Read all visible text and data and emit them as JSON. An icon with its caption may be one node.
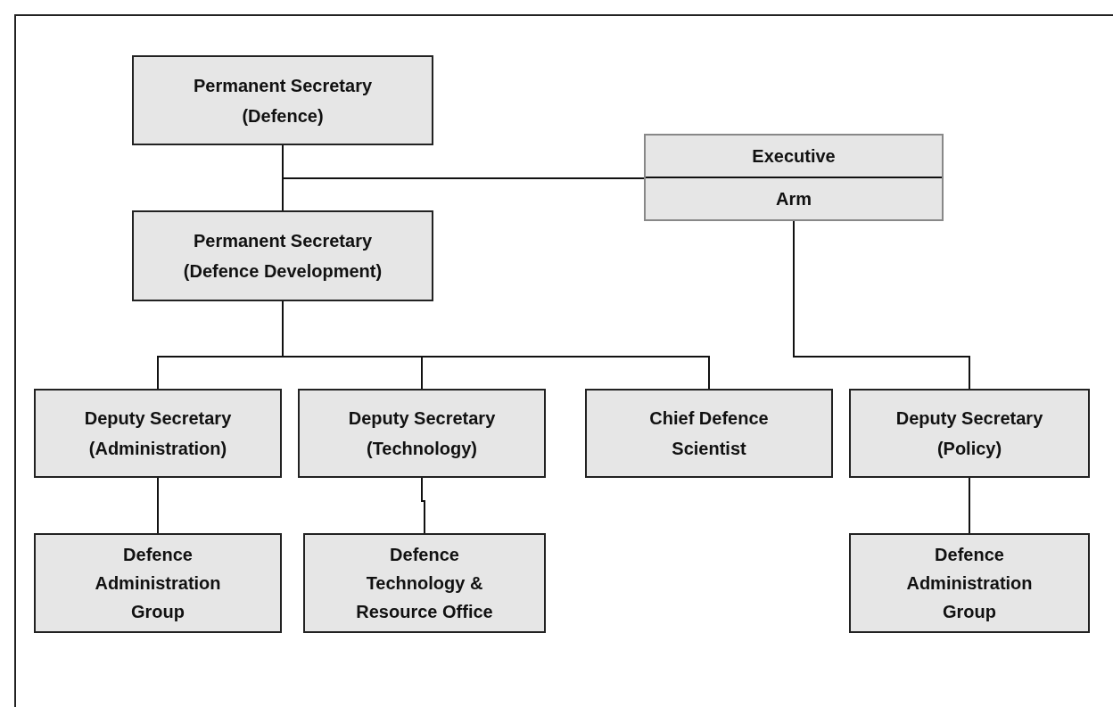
{
  "diagram": {
    "nodes": [
      {
        "text": [
          "Permanent Secretary (Defence)"
        ]
      },
      {
        "text": [
          "Executive Arm"
        ]
      },
      {
        "text": [
          "Permanent Secretary (Defence Development)"
        ]
      },
      {
        "text": [
          "Deputy Secretary (Administration)"
        ]
      },
      {
        "text": [
          "Deputy Secretary (Technology)"
        ]
      },
      {
        "text": [
          "Chief Defence Scientist"
        ]
      },
      {
        "text": [
          "Deputy Secretary (Policy)"
        ]
      },
      {
        "text": [
          "Defence Administration Group"
        ]
      },
      {
        "text": [
          "Defence Technology & Resource Office"
        ]
      },
      {
        "text": [
          "Defence Administration Group"
        ]
      }
    ],
    "edges": [
      {
        "from": 0,
        "to": 2,
        "arrow": "none"
      },
      {
        "from": 0,
        "to": 1,
        "arrow": "none"
      },
      {
        "from": 1,
        "to": 6,
        "arrow": "none"
      },
      {
        "from": 2,
        "to": 3,
        "arrow": "none"
      },
      {
        "from": 2,
        "to": 4,
        "arrow": "none"
      },
      {
        "from": 2,
        "to": 5,
        "arrow": "none"
      },
      {
        "from": 3,
        "to": 7,
        "arrow": "none"
      },
      {
        "from": 4,
        "to": 8,
        "arrow": "none"
      },
      {
        "from": 6,
        "to": 9,
        "arrow": "none"
      }
    ]
  }
}
